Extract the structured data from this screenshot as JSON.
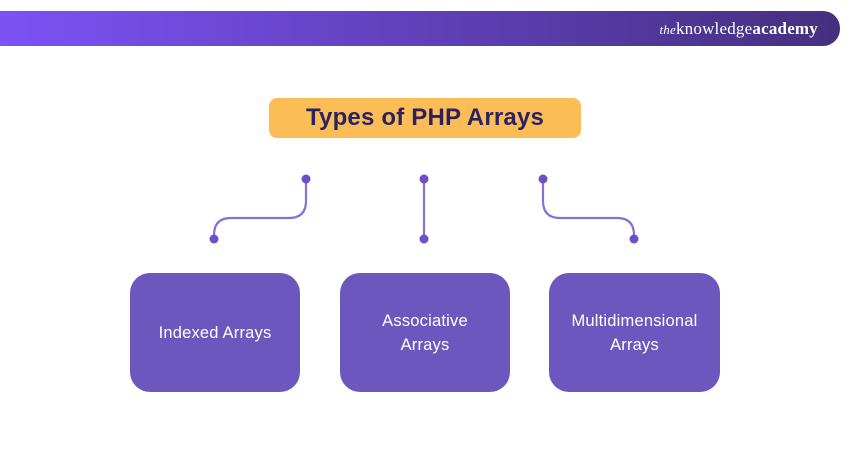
{
  "header": {
    "logo_the": "the",
    "logo_knowledge": "knowledge",
    "logo_academy": "academy"
  },
  "title": "Types of PHP Arrays",
  "nodes": [
    {
      "label": "Indexed Arrays"
    },
    {
      "label": "Associative\nArrays"
    },
    {
      "label": "Multidimensional\nArrays"
    }
  ],
  "colors": {
    "header_gradient_start": "#7C52F5",
    "header_gradient_end": "#44307F",
    "title_bg": "#FDBD56",
    "title_text": "#2A2360",
    "node_bg": "#6C57BF",
    "node_text": "#FFFFFF",
    "connector": "#8372D8",
    "dot": "#6C50C8",
    "background": "#FFFFFF"
  }
}
